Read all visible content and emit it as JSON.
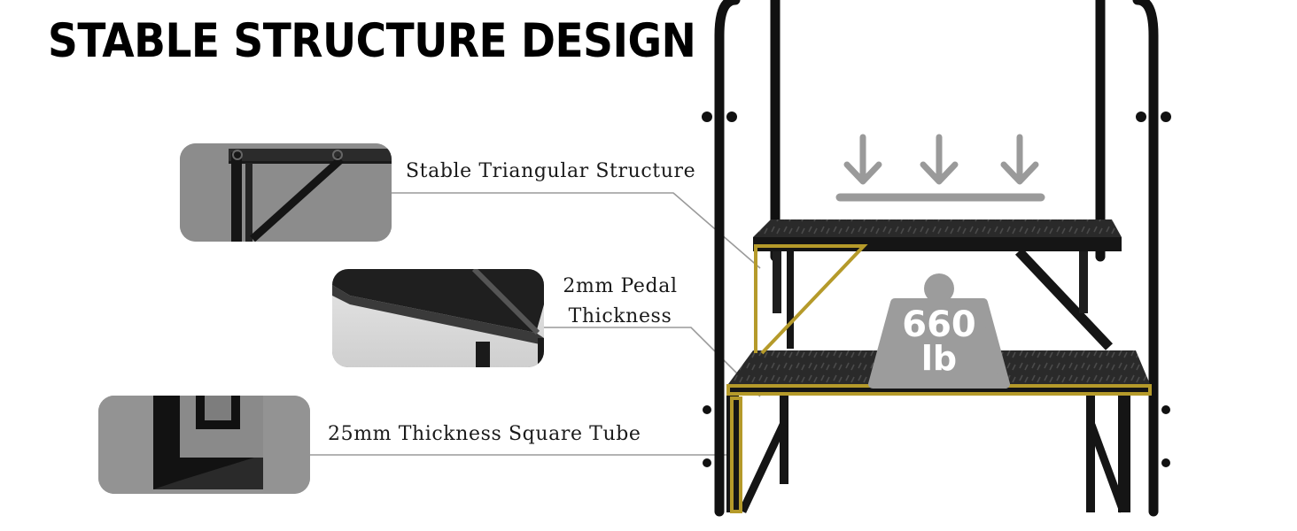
{
  "title": "STABLE STRUCTURE DESIGN",
  "callouts": [
    {
      "lines": [
        "Stable Triangular Structure"
      ]
    },
    {
      "lines": [
        "2mm Pedal",
        "Thickness"
      ]
    },
    {
      "lines": [
        "25mm Thickness Square Tube"
      ]
    }
  ],
  "load_badge": {
    "value": "660",
    "unit": "lb"
  },
  "icons": {
    "load": "down-arrows-icon",
    "weight": "weight-icon",
    "detail_1": "triangle-brace-icon",
    "detail_2": "pedal-edge-icon",
    "detail_3": "square-tube-icon"
  },
  "colors": {
    "frame": "#111111",
    "accent": "#b59a2a",
    "thumb_bg": "#8f8f8f",
    "guide_line": "#9a9a9a",
    "badge": "#9c9c9c"
  }
}
